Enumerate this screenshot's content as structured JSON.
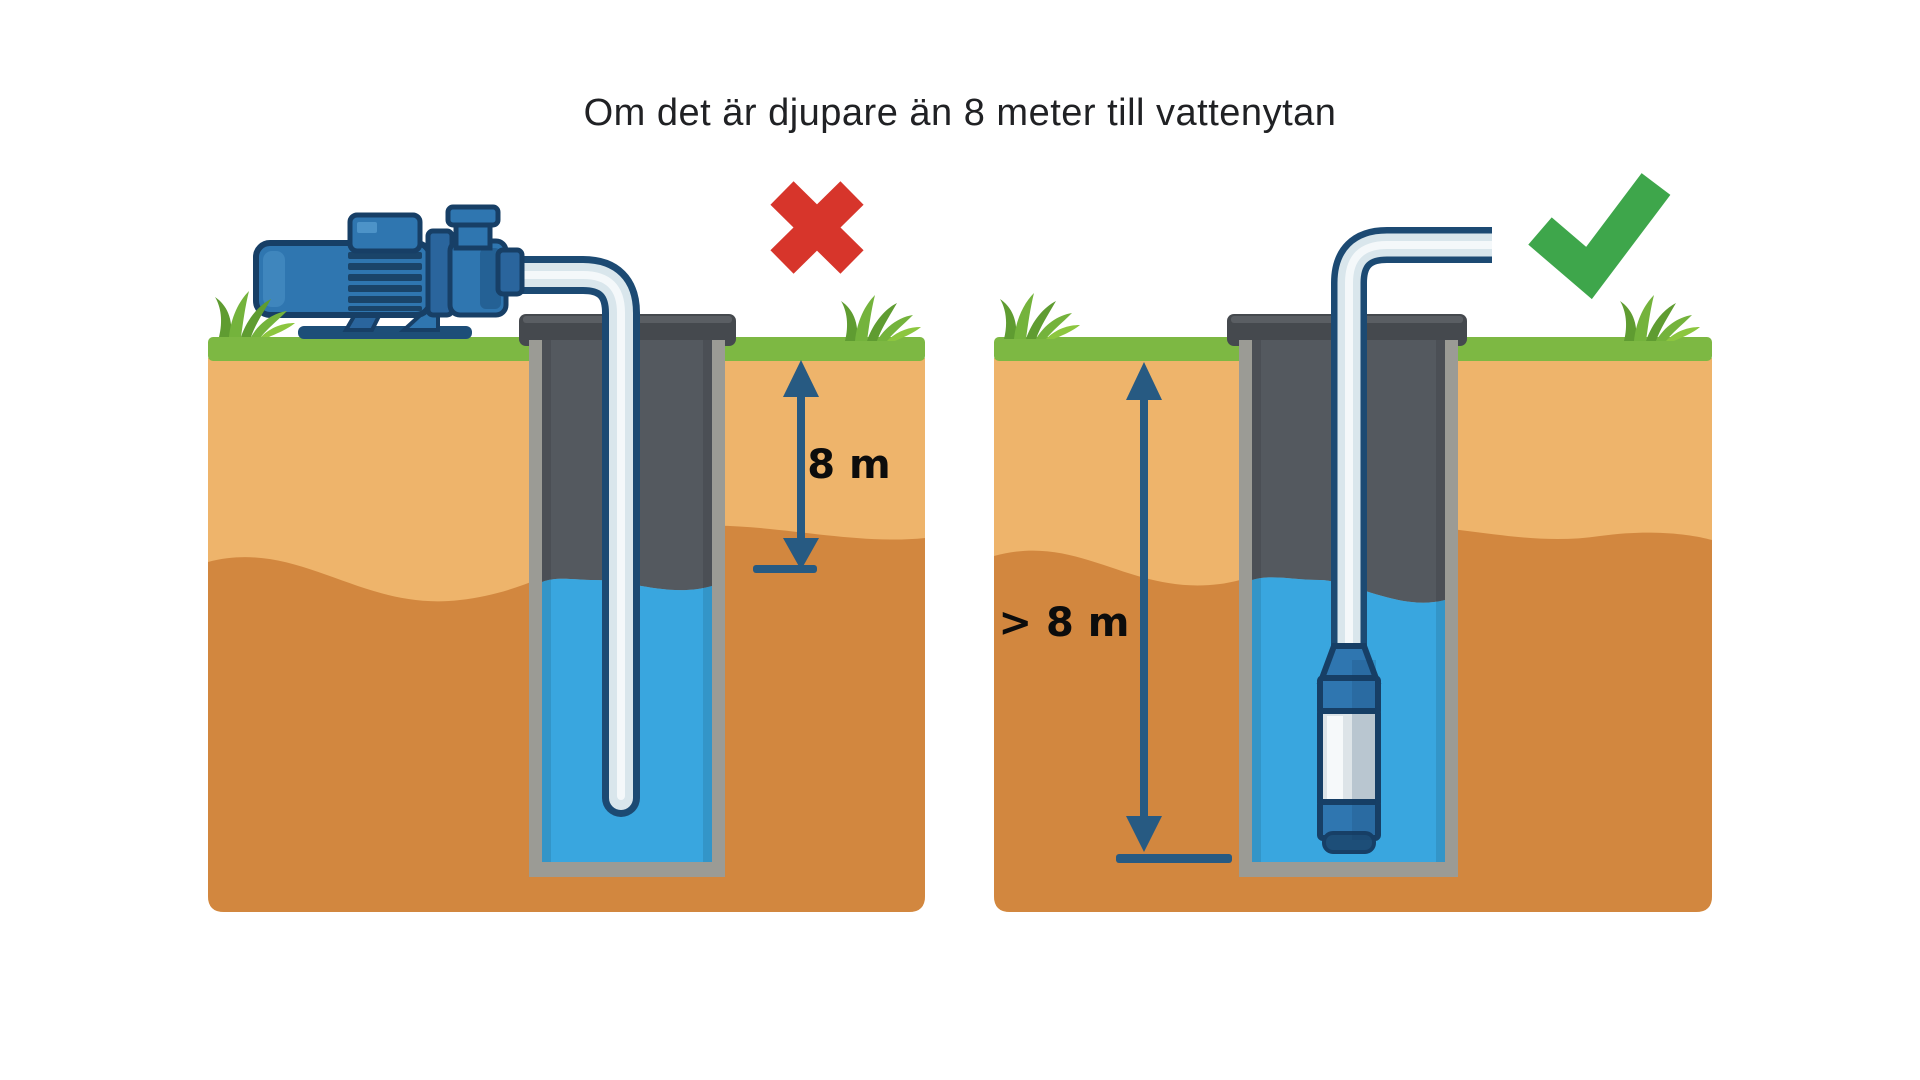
{
  "title": "Om det är djupare än 8 meter till vattenytan",
  "panels": {
    "left": {
      "scenario": "surface-jet-pump-above-ground",
      "verdict": "not-allowed",
      "verdict_icon": "red-x-icon",
      "depth_label": "8 m"
    },
    "right": {
      "scenario": "submersible-pump-in-well",
      "verdict": "allowed",
      "verdict_icon": "green-check-icon",
      "depth_label": "> 8 m"
    }
  },
  "colors": {
    "grass": "#7db843",
    "grass_dark": "#5f9c31",
    "soil_light": "#eeb46b",
    "soil_dark": "#d2873f",
    "well_wall": "#9b9b95",
    "well_air": "#54595f",
    "well_cap": "#45494e",
    "water": "#39a6df",
    "pipe_outline": "#1c4a73",
    "pipe_fill": "#d9e6ec",
    "pump_blue": "#2f76b0",
    "pump_navy": "#173f66",
    "reject_red": "#d7352b",
    "approve_green": "#3ea64b",
    "arrow_blue": "#275a82",
    "label_text": "#0c0c0c",
    "title_text": "#202124"
  }
}
